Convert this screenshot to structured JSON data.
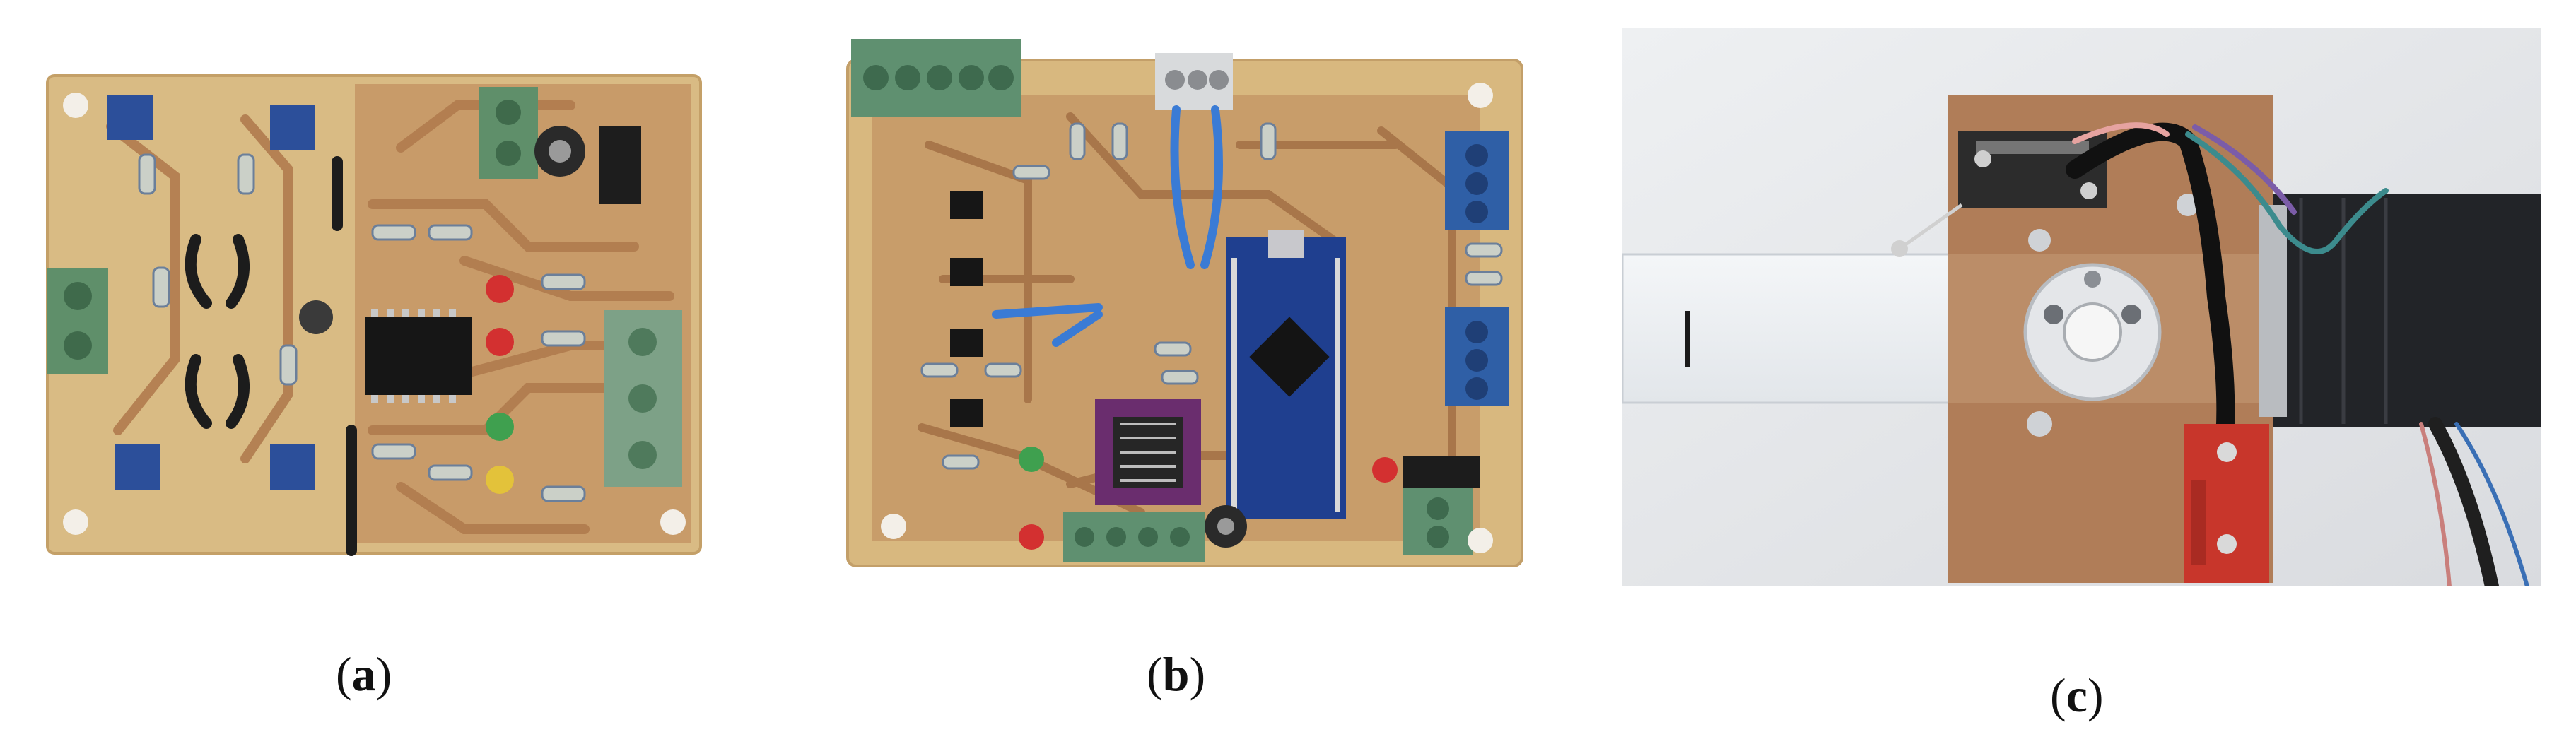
{
  "figure": {
    "panels": [
      {
        "id": "a",
        "subject": "populated-pcb-board",
        "caption": {
          "open": "(",
          "letter": "a",
          "close": ")"
        }
      },
      {
        "id": "b",
        "subject": "populated-pcb-board-with-microcontroller",
        "caption": {
          "open": "(",
          "letter": "b",
          "close": ")"
        }
      },
      {
        "id": "c",
        "subject": "stepper-motor-with-limit-switches",
        "caption": {
          "open": "(",
          "letter": "c",
          "close": ")"
        }
      }
    ]
  },
  "colors": {
    "pcb_substrate": "#d7b77e",
    "copper_trace": "#b07b4e",
    "terminal_green": "#5f8f6a",
    "terminal_blue": "#2f5fa6",
    "trimmer_blue": "#2c4f9a",
    "arduino_blue": "#1f3f8f",
    "switch_red": "#c8362b",
    "motor_black": "#222428",
    "wall_grey": "#e9eaec"
  }
}
